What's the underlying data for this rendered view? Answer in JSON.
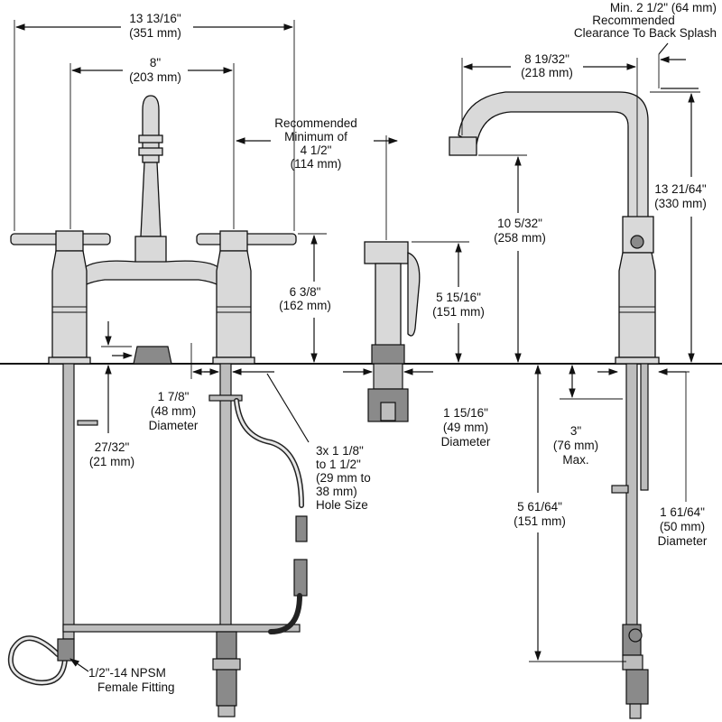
{
  "labels": {
    "overall_width": [
      "13 13/16\"",
      "(351 mm)"
    ],
    "centers": [
      "8\"",
      "(203 mm)"
    ],
    "rec_minimum": [
      "Recommended",
      "Minimum of",
      "4 1/2\"",
      "(114 mm)"
    ],
    "handle_height": [
      "6 3/8\"",
      "(162 mm)"
    ],
    "sprayer_height": [
      "5 15/16\"",
      "(151 mm)"
    ],
    "spout_height": [
      "10 5/32\"",
      "(258 mm)"
    ],
    "total_height": [
      "13 21/64\"",
      "(330 mm)"
    ],
    "spout_reach": [
      "8 19/32\"",
      "(218 mm)"
    ],
    "clearance": [
      "Min. 2 1/2\" (64 mm)",
      "Recommended",
      "Clearance To Back Splash"
    ],
    "escutcheon": [
      "1 7/8\"",
      "(48 mm)",
      "Diameter"
    ],
    "escutcheon_height": [
      "27/32\"",
      "(21 mm)"
    ],
    "hole_size": [
      "3x 1 1/8\"",
      "to 1 1/2\"",
      "(29 mm to",
      "38 mm)",
      "Hole Size"
    ],
    "sprayer_diameter": [
      "1 15/16\"",
      "(49 mm)",
      "Diameter"
    ],
    "max_deck": [
      "3\"",
      "(76 mm)",
      "Max."
    ],
    "below_deck": [
      "5 61/64\"",
      "(151 mm)"
    ],
    "base_diameter": [
      "1 61/64\"",
      "(50 mm)",
      "Diameter"
    ],
    "fitting": [
      "1/2\"-14 NPSM",
      "Female Fitting"
    ]
  }
}
